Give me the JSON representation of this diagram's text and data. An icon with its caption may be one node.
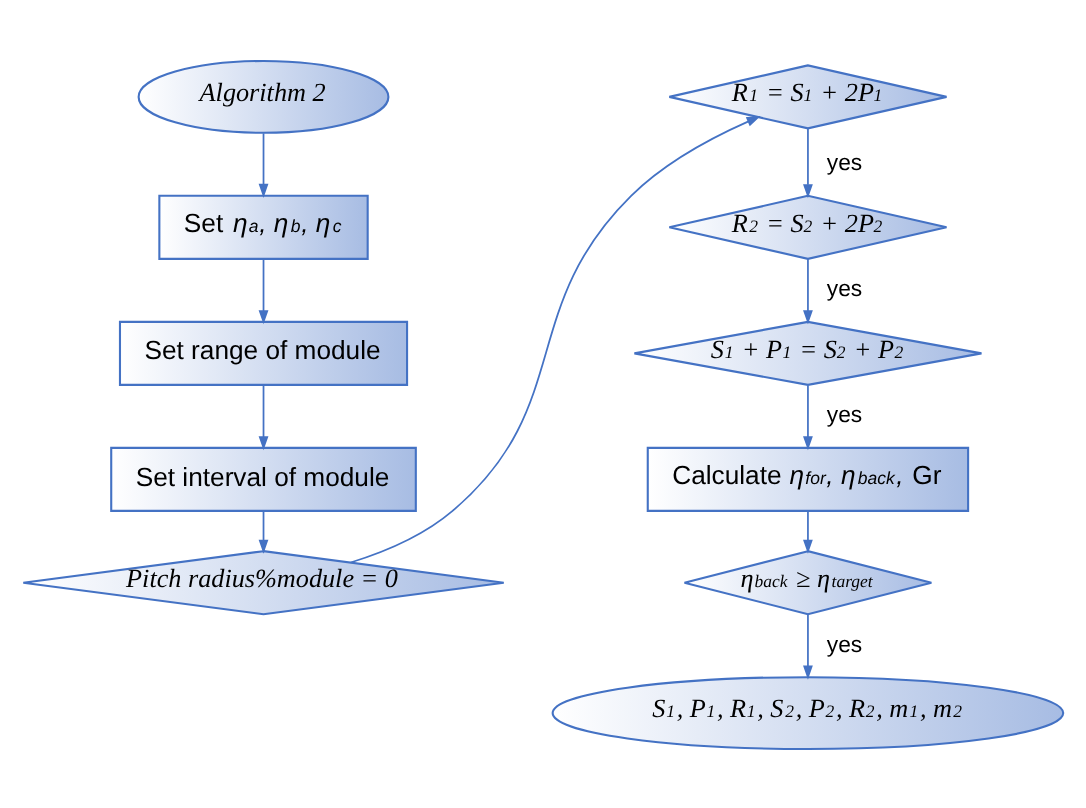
{
  "diagram": {
    "nodes": [
      {
        "text": [
          "Algorithm 2"
        ]
      },
      {
        "text": [
          "Set *η$_{a}$, η$_{b}$, η$_{c}$*"
        ]
      },
      {
        "text": [
          "Set range of module"
        ]
      },
      {
        "text": [
          "Set interval of module"
        ]
      },
      {
        "text": [
          "Pitch radius%module = 0"
        ]
      },
      {
        "text": [
          "R$_{1}$ = S$_{1}$ + 2P$_{1}$"
        ]
      },
      {
        "text": [
          "R$_{2}$ = S$_{2}$ + 2P$_{2}$"
        ]
      },
      {
        "text": [
          "S$_{1}$ + P$_{1}$ = S$_{2}$ + P$_{2}$"
        ]
      },
      {
        "text": [
          "Calculate *η$_{for}$, η$_{back}$,* Gr"
        ]
      },
      {
        "text": [
          "η$_{back}$ ≥ η$_{target}$"
        ]
      },
      {
        "text": [
          "S$_{1}$, P$_{1}$, R$_{1}$, S$_{2}$, P$_{2}$, R$_{2}$, m$_{1}$, m$_{2}$"
        ]
      }
    ],
    "edges": [
      {
        "from": 0,
        "to": 1,
        "arrow": "to"
      },
      {
        "from": 1,
        "to": 2,
        "arrow": "to"
      },
      {
        "from": 2,
        "to": 3,
        "arrow": "to"
      },
      {
        "from": 3,
        "to": 4,
        "arrow": "to"
      },
      {
        "from": 4,
        "to": 5,
        "arrow": "to"
      },
      {
        "from": 5,
        "to": 6,
        "arrow": "to",
        "label": "yes"
      },
      {
        "from": 6,
        "to": 7,
        "arrow": "to",
        "label": "yes"
      },
      {
        "from": 7,
        "to": 8,
        "arrow": "to",
        "label": "yes"
      },
      {
        "from": 8,
        "to": 9,
        "arrow": "to"
      },
      {
        "from": 9,
        "to": 10,
        "arrow": "to",
        "label": "yes"
      }
    ]
  }
}
